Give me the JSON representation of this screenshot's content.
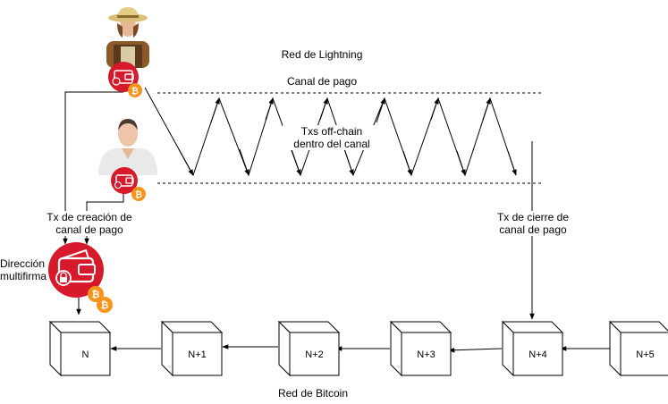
{
  "labels": {
    "lightning_network": "Red de Lightning",
    "payment_channel": "Canal de pago",
    "offchain_line1": "Txs off-chain",
    "offchain_line2": "dentro del canal",
    "open_tx_line1": "Tx de creación de",
    "open_tx_line2": "canal de pago",
    "close_tx_line1": "Tx de cierre de",
    "close_tx_line2": "canal de pago",
    "multisig_line1": "Dirección",
    "multisig_line2": "multifirma",
    "bitcoin_network": "Red de Bitcoin"
  },
  "blocks": [
    "N",
    "N+1",
    "N+2",
    "N+3",
    "N+4",
    "N+5"
  ],
  "colors": {
    "wallet_red": "#d6192b",
    "bitcoin_orange": "#f7931a",
    "line": "#000000"
  }
}
